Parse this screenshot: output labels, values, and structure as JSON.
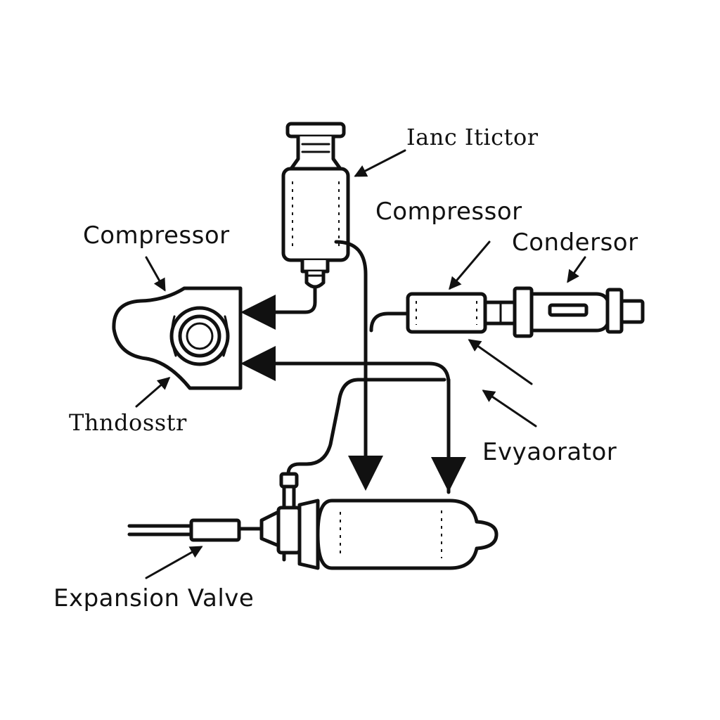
{
  "labels": {
    "top_right": "Ianc Itictor",
    "compressor_left": "Compressor",
    "compressor_right": "Compressor",
    "condenser": "Condersor",
    "thermostat": "Thndosstr",
    "evaporator": "Evyaorator",
    "expansion_valve": "Expansion Valve"
  },
  "colors": {
    "ink": "#111111",
    "background": "#ffffff"
  }
}
